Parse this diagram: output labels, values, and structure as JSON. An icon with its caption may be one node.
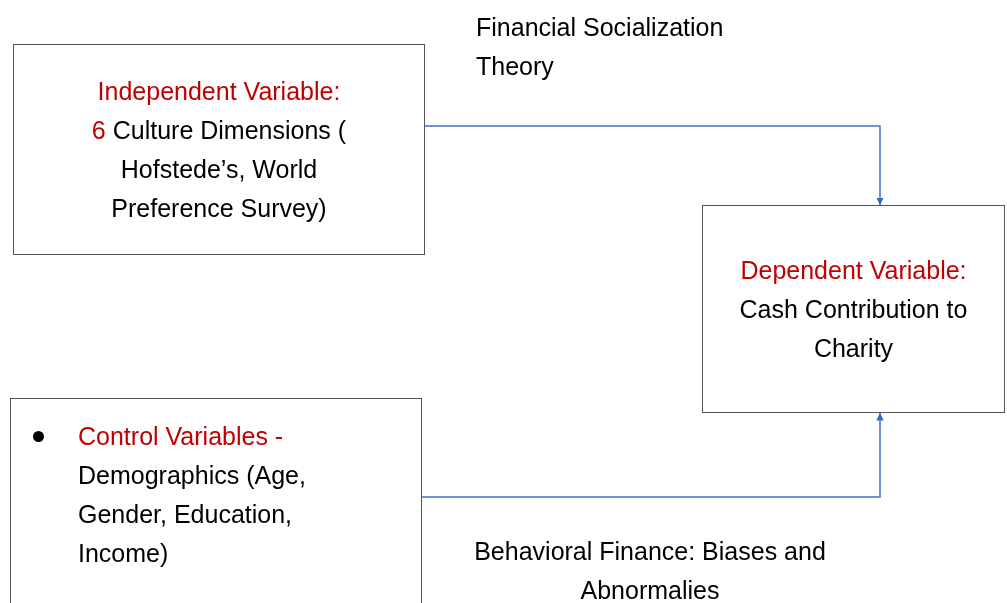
{
  "diagram": {
    "nodes": [
      {
        "text": [
          "Independent Variable:",
          "6",
          "Culture Dimensions ( Hofstede’s, World Preference Survey)"
        ]
      },
      {
        "text": [
          "Dependent Variable:",
          "Cash Contribution to Charity"
        ]
      },
      {
        "text": [
          "Control Variables -",
          "Demographics (Age, Gender, Education, Income)"
        ]
      }
    ],
    "edges": [
      {
        "from": 0,
        "to": 1,
        "arrow": "to"
      },
      {
        "from": 2,
        "to": 1,
        "arrow": "to"
      }
    ],
    "labels": [
      "Financial Socialization Theory",
      "Behavioral Finance: Biases and Abnormalies"
    ]
  }
}
